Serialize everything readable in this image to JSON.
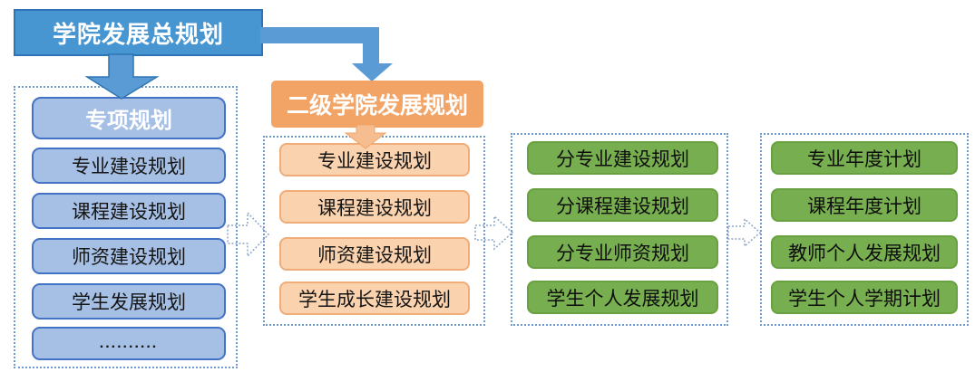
{
  "diagram": {
    "root_label": "学院发展总规划",
    "col1": {
      "header": "专项规划",
      "items": [
        "专业建设规划",
        "课程建设规划",
        "师资建设规划",
        "学生发展规划",
        ".........."
      ]
    },
    "col2": {
      "header": "二级学院发展规划",
      "items": [
        "专业建设规划",
        "课程建设规划",
        "师资建设规划",
        "学生成长建设规划"
      ]
    },
    "col3": {
      "items": [
        "分专业建设规划",
        "分课程建设规划",
        "分专业师资规划",
        "学生个人发展规划"
      ]
    },
    "col4": {
      "items": [
        "专业年度计划",
        "课程年度计划",
        "教师个人发展规划",
        "学生个人学期计划"
      ]
    },
    "colors": {
      "root_fill": "#4796D2",
      "root_border": "#2E75B5",
      "arrow_blue": "#5B9BD5",
      "blue_item_fill": "#A6BFE4",
      "blue_item_border": "#4472C4",
      "orange_header_fill": "#F2A467",
      "orange_arrow_fill": "#F6BD90",
      "orange_item_fill": "#FAD2AE",
      "orange_item_border": "#F0AC79",
      "green_item_fill": "#77AE4F",
      "green_item_border": "#68A13F",
      "dashed_panel_border": "#7099CC",
      "hollow_arrow_stroke": "#8FA6C5"
    }
  }
}
